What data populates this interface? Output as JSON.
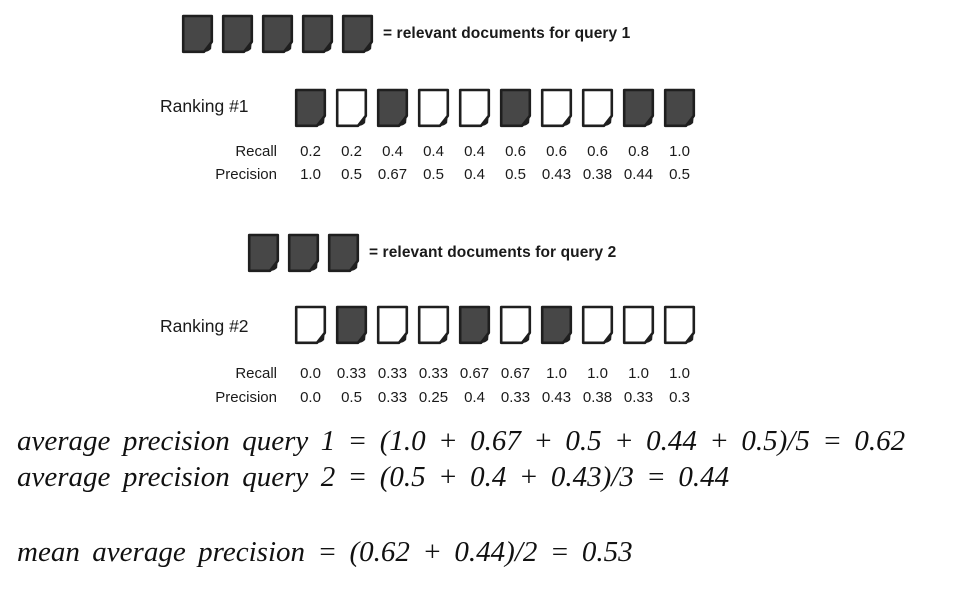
{
  "colors": {
    "doc_fill_relevant": "#474747",
    "doc_fill_nonrelevant": "#ffffff",
    "doc_border": "#1f1f1f",
    "text": "#1a1a1a"
  },
  "legend1": {
    "docs": [
      true,
      true,
      true,
      true,
      true
    ],
    "label": "= relevant documents for query 1"
  },
  "legend2": {
    "docs": [
      true,
      true,
      true
    ],
    "label": "= relevant documents for query 2"
  },
  "ranking1": {
    "label": "Ranking #1",
    "docs": [
      true,
      false,
      true,
      false,
      false,
      true,
      false,
      false,
      true,
      true
    ],
    "recall_label": "Recall",
    "recall": [
      "0.2",
      "0.2",
      "0.4",
      "0.4",
      "0.4",
      "0.6",
      "0.6",
      "0.6",
      "0.8",
      "1.0"
    ],
    "precision_label": "Precision",
    "precision": [
      "1.0",
      "0.5",
      "0.67",
      "0.5",
      "0.4",
      "0.5",
      "0.43",
      "0.38",
      "0.44",
      "0.5"
    ]
  },
  "ranking2": {
    "label": "Ranking #2",
    "docs": [
      false,
      true,
      false,
      false,
      true,
      false,
      true,
      false,
      false,
      false
    ],
    "recall_label": "Recall",
    "recall": [
      "0.0",
      "0.33",
      "0.33",
      "0.33",
      "0.67",
      "0.67",
      "1.0",
      "1.0",
      "1.0",
      "1.0"
    ],
    "precision_label": "Precision",
    "precision": [
      "0.0",
      "0.5",
      "0.33",
      "0.25",
      "0.4",
      "0.33",
      "0.43",
      "0.38",
      "0.33",
      "0.3"
    ]
  },
  "equations": {
    "avg_precision_q1": "average precision query 1 = (1.0 + 0.67 + 0.5 + 0.44 + 0.5)/5 = 0.62",
    "avg_precision_q2": "average precision query 2 = (0.5 + 0.4 + 0.43)/3 = 0.44",
    "mean_avg_precision": "mean average precision = (0.62 + 0.44)/2 = 0.53"
  }
}
